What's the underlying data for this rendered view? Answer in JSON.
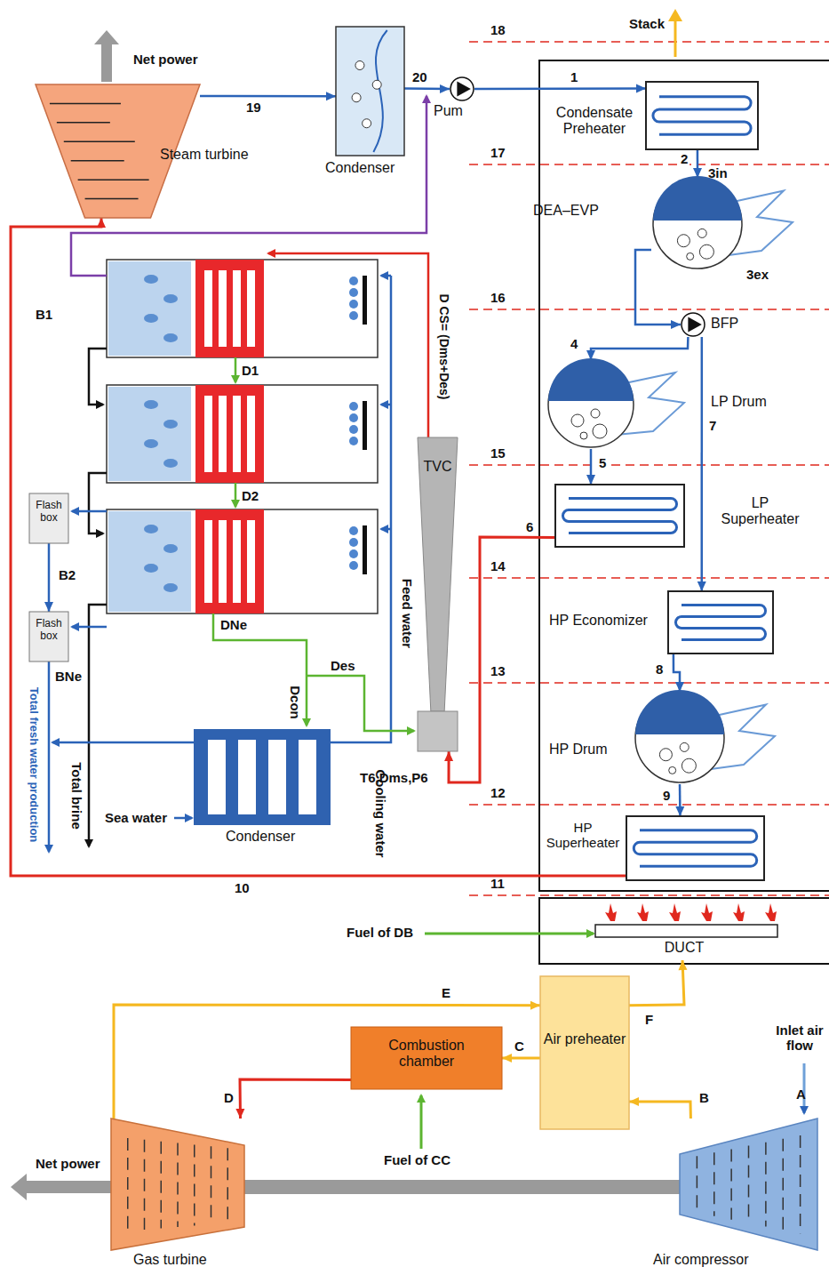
{
  "diagram": {
    "nodes": [
      {
        "text": [
          "Steam turbine"
        ]
      },
      {
        "text": [
          "Condenser"
        ]
      },
      {
        "text": [
          "Pum"
        ]
      },
      {
        "text": [
          "Condensate Preheater"
        ]
      },
      {
        "text": [
          "DEA–EVP"
        ]
      },
      {
        "text": [
          "BFP"
        ]
      },
      {
        "text": [
          "LP Drum"
        ]
      },
      {
        "text": [
          "LP Superheater"
        ]
      },
      {
        "text": [
          "HP Economizer"
        ]
      },
      {
        "text": [
          "HP Drum"
        ]
      },
      {
        "text": [
          "HP Superheater"
        ]
      },
      {
        "text": [
          "DUCT"
        ]
      },
      {
        "text": [
          "TVC"
        ]
      },
      {
        "text": [
          "Flash box"
        ]
      },
      {
        "text": [
          "Flash box"
        ]
      },
      {
        "text": [
          "Condenser"
        ]
      },
      {
        "text": [
          "Combustion chamber"
        ]
      },
      {
        "text": [
          "Air preheater"
        ]
      },
      {
        "text": [
          "Gas turbine"
        ]
      },
      {
        "text": [
          "Air compressor"
        ]
      }
    ],
    "edges": [
      {
        "from": 0,
        "to": 1,
        "label": "19",
        "arrow": "to"
      },
      {
        "from": 1,
        "to": 2,
        "label": "20",
        "arrow": "to"
      },
      {
        "from": 2,
        "to": 3,
        "label": "1",
        "arrow": "to"
      },
      {
        "from": 3,
        "to": 4,
        "label": "2",
        "arrow": "to"
      },
      {
        "from": 4,
        "to": 5,
        "arrow": "to"
      },
      {
        "from": 5,
        "to": 6,
        "label": "4",
        "arrow": "to"
      },
      {
        "from": 5,
        "to": 8,
        "label": "7",
        "arrow": "to"
      },
      {
        "from": 6,
        "to": 7,
        "label": "5",
        "arrow": "to"
      },
      {
        "from": 7,
        "to": 12,
        "label": "6",
        "arrow": "to"
      },
      {
        "from": 8,
        "to": 9,
        "label": "8",
        "arrow": "to"
      },
      {
        "from": 9,
        "to": 10,
        "label": "9",
        "arrow": "to"
      },
      {
        "from": 10,
        "to": 0,
        "label": "10",
        "arrow": "to"
      },
      {
        "from": 13,
        "to": 14,
        "label": "B2",
        "arrow": "to"
      },
      {
        "from": 18,
        "to": 17,
        "label": "E",
        "arrow": "to"
      },
      {
        "from": 19,
        "to": 17,
        "label": "B",
        "arrow": "to"
      },
      {
        "from": 17,
        "to": 16,
        "label": "C",
        "arrow": "to"
      },
      {
        "from": 16,
        "to": 18,
        "label": "D",
        "arrow": "to"
      },
      {
        "from": 17,
        "to": 11,
        "label": "F",
        "arrow": "to"
      }
    ],
    "labels": [
      "Net power",
      "Stack",
      "18",
      "17",
      "16",
      "15",
      "14",
      "13",
      "12",
      "11",
      "3in",
      "3ex",
      "D CS= (Dms+Des)",
      "D1",
      "D2",
      "DNe",
      "Des",
      "Dcon",
      "B1",
      "BNe",
      "Feed water",
      "Cooling water",
      "Total brine",
      "Total fresh water production",
      "Sea water",
      "T6,Dms,P6",
      "Fuel of DB",
      "Fuel of CC",
      "Inlet air flow",
      "A",
      "Net power"
    ]
  }
}
